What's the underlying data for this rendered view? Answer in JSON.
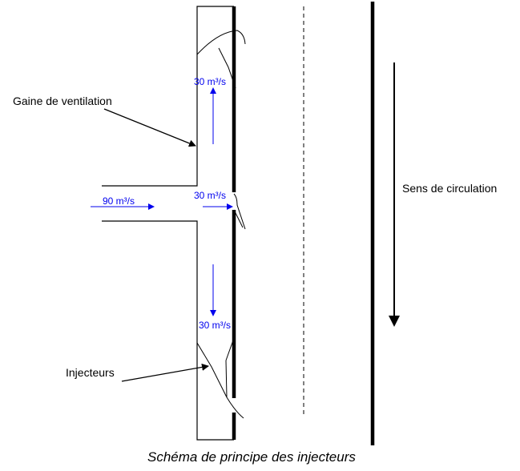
{
  "labels": {
    "gaine": "Gaine de ventilation",
    "injecteurs": "Injecteurs",
    "sens": "Sens de circulation"
  },
  "flows": {
    "supply": "90 m³/s",
    "upper": "30 m³/s",
    "middle": "30 m³/s",
    "lower": "30 m³/s"
  },
  "caption": "Schéma de principe des injecteurs",
  "colors": {
    "ink": "#000000",
    "flow": "#0000ee"
  }
}
